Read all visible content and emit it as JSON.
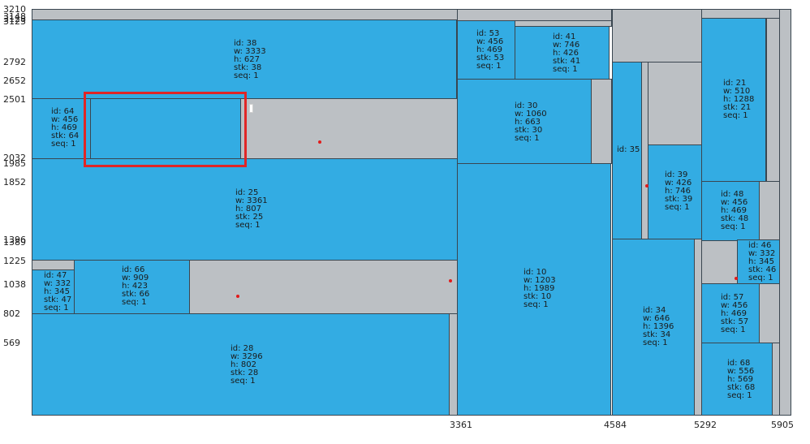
{
  "y_axis_labels": [
    "3210",
    "3148",
    "3128",
    "3123",
    "2792",
    "2652",
    "2501",
    "2032",
    "1985",
    "1852",
    "1396",
    "1389",
    "1225",
    "1038",
    "802",
    "569"
  ],
  "x_axis_labels": [
    "3361",
    "4584",
    "5292",
    "5905"
  ],
  "items": [
    {
      "id": "38",
      "w": "3333",
      "h": "627",
      "stk": "38",
      "seq": "1"
    },
    {
      "id": "64",
      "w": "456",
      "h": "469",
      "stk": "64",
      "seq": "1"
    },
    {
      "id": "25",
      "w": "3361",
      "h": "807",
      "stk": "25",
      "seq": "1"
    },
    {
      "id": "47",
      "w": "332",
      "h": "345",
      "stk": "47",
      "seq": "1"
    },
    {
      "id": "66",
      "w": "909",
      "h": "423",
      "stk": "66",
      "seq": "1"
    },
    {
      "id": "28",
      "w": "3296",
      "h": "802",
      "stk": "28",
      "seq": "1"
    },
    {
      "id": "53",
      "w": "456",
      "h": "469",
      "stk": "53",
      "seq": "1"
    },
    {
      "id": "41",
      "w": "746",
      "h": "426",
      "stk": "41",
      "seq": "1"
    },
    {
      "id": "30",
      "w": "1060",
      "h": "663",
      "stk": "30",
      "seq": "1"
    },
    {
      "id": "10",
      "w": "1203",
      "h": "1989",
      "stk": "10",
      "seq": "1"
    },
    {
      "id": "35"
    },
    {
      "id": "39",
      "w": "426",
      "h": "746",
      "stk": "39",
      "seq": "1"
    },
    {
      "id": "34",
      "w": "646",
      "h": "1396",
      "stk": "34",
      "seq": "1"
    },
    {
      "id": "21",
      "w": "510",
      "h": "1288",
      "stk": "21",
      "seq": "1"
    },
    {
      "id": "48",
      "w": "456",
      "h": "469",
      "stk": "48",
      "seq": "1"
    },
    {
      "id": "46",
      "w": "332",
      "h": "345",
      "stk": "46",
      "seq": "1"
    },
    {
      "id": "57",
      "w": "456",
      "h": "469",
      "stk": "57",
      "seq": "1"
    },
    {
      "id": "68",
      "w": "556",
      "h": "569",
      "stk": "68",
      "seq": "1"
    }
  ],
  "colors": {
    "item": "#33ace3",
    "free": "#bcc0c4",
    "selection": "#e02626",
    "marker": "#e21b1b"
  }
}
